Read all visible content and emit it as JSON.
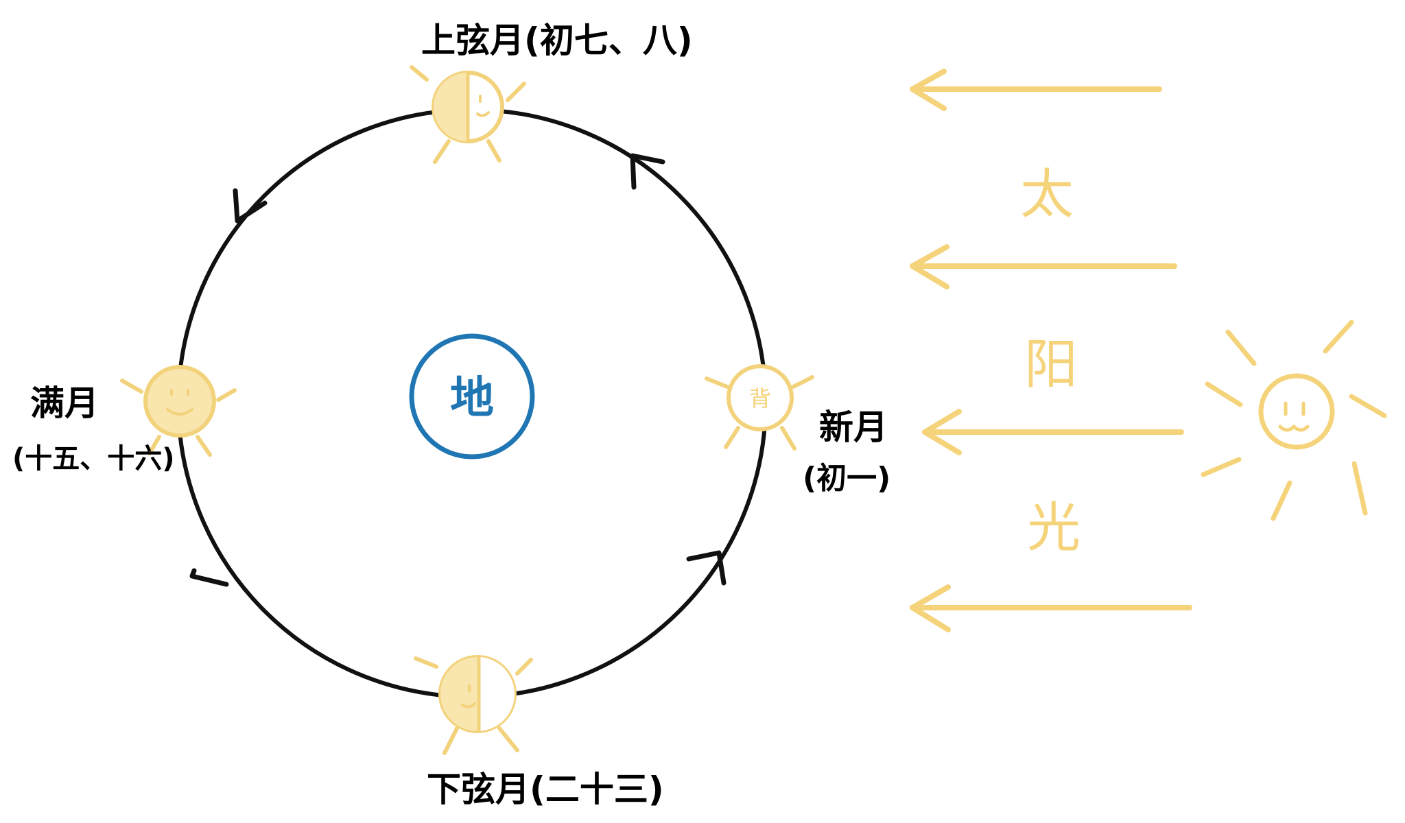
{
  "colors": {
    "orbit": "#111111",
    "moon_stroke": "#F3D27C",
    "moon_fill_lit": "#F8E6AE",
    "moon_fill_dark": "#FFFFFF",
    "sunlight": "#F5D37A",
    "earth": "#1F76B3",
    "label": "#000000"
  },
  "labels": {
    "first_quarter": "上弦月(初七、八)",
    "full_moon_line1": "满月",
    "full_moon_line2": "(十五、十六)",
    "new_moon_line1": "新月",
    "new_moon_line2": "(初一)",
    "last_quarter": "下弦月(二十三)",
    "earth": "地",
    "new_moon_back": "背",
    "sunlight_chars": [
      "太",
      "阳",
      "光"
    ]
  },
  "icons": {
    "earth": "earth-circle-icon",
    "sun": "sun-smiley-icon",
    "moon": "moon-smiley-icon",
    "arrow": "left-arrow-icon"
  }
}
